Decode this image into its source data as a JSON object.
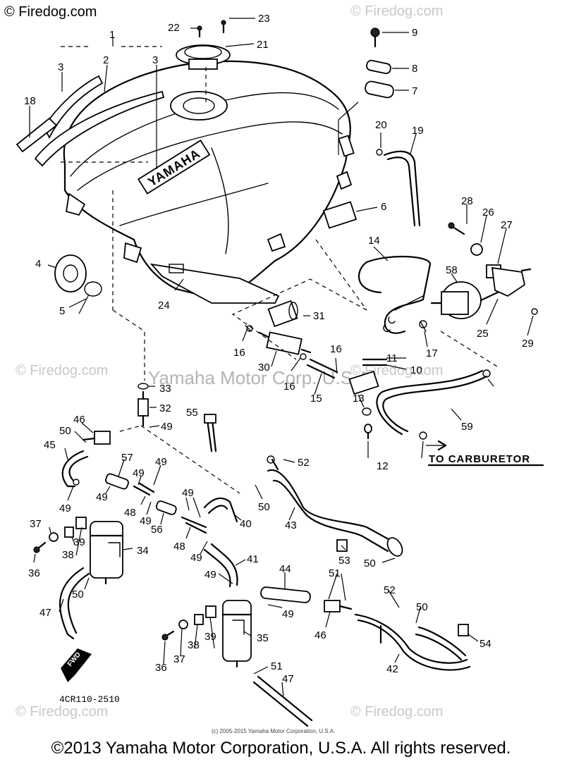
{
  "watermark": {
    "top_left": "© Firedog.com",
    "repeat": "© Firedog.com",
    "center": "Yamaha Motor Corp. U.S.A."
  },
  "tank_logo": "YAMAHA",
  "to_carburetor": "TO CARBURETOR",
  "fwd_label": "FWD",
  "diagram_code": "4CR110-2510",
  "small_credit": "(c) 2005-2015 Yamaha Motor Corporation, U.S.A.",
  "copyright": "©2013 Yamaha Motor Corporation, U.S.A. All rights reserved.",
  "callouts": [
    "1",
    "2",
    "3",
    "3",
    "4",
    "5",
    "6",
    "7",
    "8",
    "9",
    "10",
    "11",
    "12",
    "13",
    "14",
    "15",
    "16",
    "16",
    "16",
    "17",
    "18",
    "19",
    "20",
    "21",
    "22",
    "23",
    "24",
    "25",
    "26",
    "27",
    "28",
    "29",
    "30",
    "31",
    "32",
    "33",
    "34",
    "35",
    "36",
    "36",
    "37",
    "37",
    "38",
    "38",
    "39",
    "39",
    "40",
    "41",
    "42",
    "43",
    "44",
    "45",
    "46",
    "46",
    "47",
    "47",
    "48",
    "48",
    "49",
    "49",
    "49",
    "49",
    "49",
    "49",
    "49",
    "49",
    "49",
    "49",
    "50",
    "50",
    "50",
    "50",
    "50",
    "51",
    "51",
    "52",
    "52",
    "53",
    "54",
    "55",
    "56",
    "57",
    "58",
    "59"
  ]
}
